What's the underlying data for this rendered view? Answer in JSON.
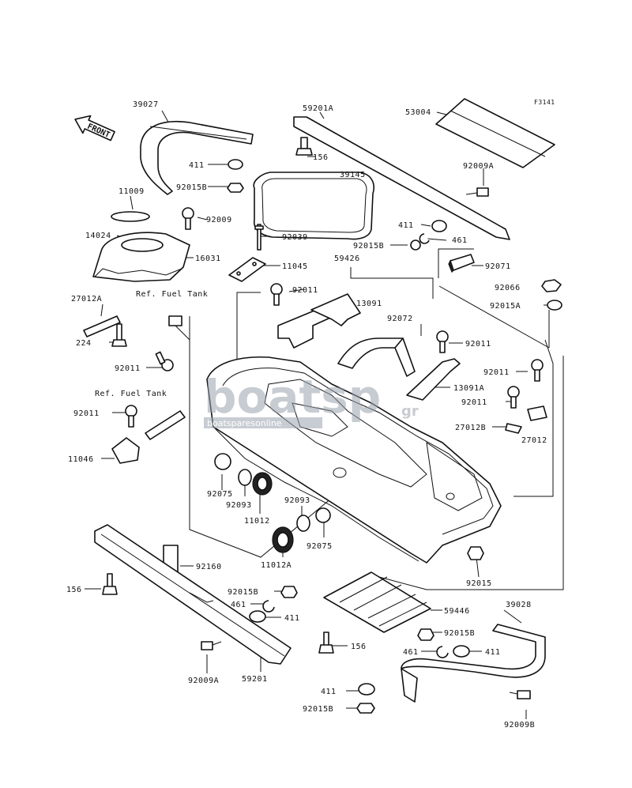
{
  "diagram": {
    "code": "F3141",
    "front_label": "FRONT",
    "watermark": {
      "brand": "boatsp",
      "suffix": "gr",
      "sub": "boatsparesonline"
    },
    "labels": [
      {
        "id": "39027",
        "text": "39027"
      },
      {
        "id": "59201A",
        "text": "59201A"
      },
      {
        "id": "53004",
        "text": "53004"
      },
      {
        "id": "411a",
        "text": "411"
      },
      {
        "id": "156a",
        "text": "156"
      },
      {
        "id": "92015Ba",
        "text": "92015B"
      },
      {
        "id": "39145",
        "text": "39145"
      },
      {
        "id": "92009A_a",
        "text": "92009A"
      },
      {
        "id": "11009",
        "text": "11009"
      },
      {
        "id": "92009",
        "text": "92009"
      },
      {
        "id": "411b",
        "text": "411"
      },
      {
        "id": "14024",
        "text": "14024"
      },
      {
        "id": "92039",
        "text": "92039"
      },
      {
        "id": "92015Bb",
        "text": "92015B"
      },
      {
        "id": "461a",
        "text": "461"
      },
      {
        "id": "16031",
        "text": "16031"
      },
      {
        "id": "11045",
        "text": "11045"
      },
      {
        "id": "59426",
        "text": "59426"
      },
      {
        "id": "92071",
        "text": "92071"
      },
      {
        "id": "27012A",
        "text": "27012A"
      },
      {
        "id": "92011a",
        "text": "92011"
      },
      {
        "id": "92066",
        "text": "92066"
      },
      {
        "id": "13091",
        "text": "13091"
      },
      {
        "id": "92015A",
        "text": "92015A"
      },
      {
        "id": "224",
        "text": "224"
      },
      {
        "id": "92072",
        "text": "92072"
      },
      {
        "id": "92011b",
        "text": "92011"
      },
      {
        "id": "92011c",
        "text": "92011"
      },
      {
        "id": "92011d",
        "text": "92011"
      },
      {
        "id": "13091A",
        "text": "13091A"
      },
      {
        "id": "92011e",
        "text": "92011"
      },
      {
        "id": "92011f",
        "text": "92011"
      },
      {
        "id": "27012B",
        "text": "27012B"
      },
      {
        "id": "27012",
        "text": "27012"
      },
      {
        "id": "11046",
        "text": "11046"
      },
      {
        "id": "92075a",
        "text": "92075"
      },
      {
        "id": "92093a",
        "text": "92093"
      },
      {
        "id": "92093b",
        "text": "92093"
      },
      {
        "id": "11012",
        "text": "11012"
      },
      {
        "id": "92075b",
        "text": "92075"
      },
      {
        "id": "11012A",
        "text": "11012A"
      },
      {
        "id": "92160",
        "text": "92160"
      },
      {
        "id": "92015",
        "text": "92015"
      },
      {
        "id": "156b",
        "text": "156"
      },
      {
        "id": "92015Bc",
        "text": "92015B"
      },
      {
        "id": "461b",
        "text": "461"
      },
      {
        "id": "411c",
        "text": "411"
      },
      {
        "id": "59446",
        "text": "59446"
      },
      {
        "id": "39028",
        "text": "39028"
      },
      {
        "id": "92015Bd",
        "text": "92015B"
      },
      {
        "id": "156c",
        "text": "156"
      },
      {
        "id": "461c",
        "text": "461"
      },
      {
        "id": "411d",
        "text": "411"
      },
      {
        "id": "92009A_b",
        "text": "92009A"
      },
      {
        "id": "59201",
        "text": "59201"
      },
      {
        "id": "411e",
        "text": "411"
      },
      {
        "id": "92015Be",
        "text": "92015B"
      },
      {
        "id": "92009B",
        "text": "92009B"
      }
    ],
    "refs": [
      {
        "id": "ref1",
        "text": "Ref. Fuel Tank"
      },
      {
        "id": "ref2",
        "text": "Ref. Fuel Tank"
      }
    ]
  }
}
